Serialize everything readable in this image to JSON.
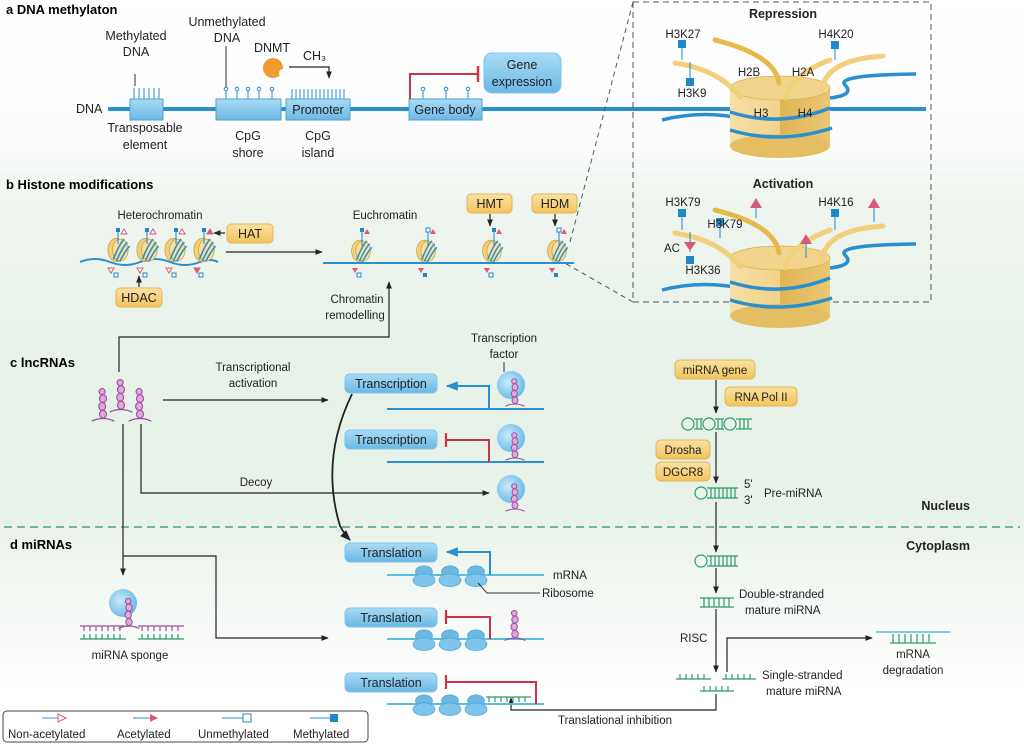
{
  "colors": {
    "dna_blue": "#2a8fcf",
    "box_blue": "#7fc4ea",
    "box_orange": "#f6cf73",
    "inhibit_red": "#c8344a",
    "mirna_green": "#2e9b6a",
    "lnc_purple": "#9b4fa0",
    "nucleosome_gold": "#f0cf80",
    "acetyl_pink": "#d85a78",
    "methyl_blue": "#1f88c8"
  },
  "panel_a": {
    "title": "a DNA methylaton",
    "dna_label": "DNA",
    "methylated_dna": [
      "Methylated",
      "DNA"
    ],
    "unmethylated_dna": [
      "Unmethylated",
      "DNA"
    ],
    "dnmt": "DNMT",
    "ch3": "CH₃",
    "transposable": [
      "Transposable",
      "element"
    ],
    "cpg_shore": [
      "CpG",
      "shore"
    ],
    "promoter": "Promoter",
    "cpg_island": [
      "CpG",
      "island"
    ],
    "gene_body": "Gene body",
    "gene_expression": [
      "Gene",
      "expression"
    ]
  },
  "inset": {
    "repression": {
      "title": "Repression",
      "marks": [
        "H3K27",
        "H4K20",
        "H3K9"
      ],
      "histones": [
        "H2B",
        "H2A",
        "H3",
        "H4"
      ]
    },
    "activation": {
      "title": "Activation",
      "marks": [
        "H3K79",
        "H3K79",
        "H4K16",
        "H3K36"
      ],
      "ac": "AC"
    }
  },
  "panel_b": {
    "title": "b Histone modifications",
    "heterochromatin": "Heterochromatin",
    "euchromatin": "Euchromatin",
    "hat": "HAT",
    "hdac": "HDAC",
    "hmt": "HMT",
    "hdm": "HDM",
    "chromatin_remodelling": [
      "Chromatin",
      "remodelling"
    ]
  },
  "panel_c": {
    "title": "c lncRNAs",
    "transcriptional_activation": [
      "Transcriptional",
      "activation"
    ],
    "decoy": "Decoy",
    "transcription_factor": [
      "Transcription",
      "factor"
    ],
    "transcription_boxes": [
      "Transcription",
      "Transcription"
    ]
  },
  "mirna_biogenesis": {
    "mirna_gene": "miRNA gene",
    "rna_pol": "RNA Pol II",
    "drosha": "Drosha",
    "dgcr8": "DGCR8",
    "five_prime": "5'",
    "three_prime": "3'",
    "pre_mirna": "Pre-miRNA",
    "nucleus": "Nucleus",
    "cytoplasm": "Cytoplasm",
    "double_stranded": [
      "Double-stranded",
      "mature miRNA"
    ],
    "risc": "RISC",
    "single_stranded": [
      "Single-stranded",
      "mature miRNA"
    ],
    "mrna_degradation": [
      "mRNA",
      "degradation"
    ]
  },
  "panel_d": {
    "title": "d miRNAs",
    "mirna_sponge": "miRNA sponge",
    "translation_boxes": [
      "Translation",
      "Translation",
      "Translation"
    ],
    "mrna": "mRNA",
    "ribosome": "Ribosome",
    "translational_inhibition": "Translational inhibition"
  },
  "legend": {
    "items": [
      {
        "label": "Non-acetylated",
        "icon": "hollow-triangle"
      },
      {
        "label": "Acetylated",
        "icon": "filled-triangle"
      },
      {
        "label": "Unmethylated",
        "icon": "hollow-square"
      },
      {
        "label": "Methylated",
        "icon": "filled-square"
      }
    ]
  }
}
